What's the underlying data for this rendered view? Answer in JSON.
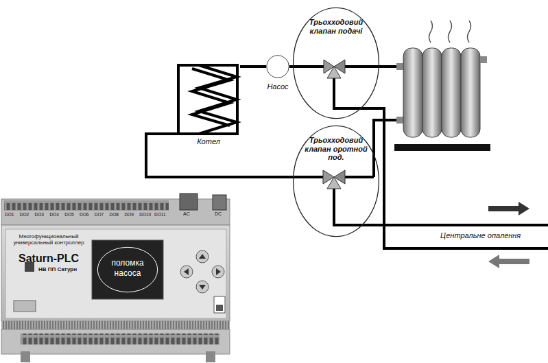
{
  "diagram": {
    "nodes": [
      {
        "text": [
          "Трьохходовий клапан подачі"
        ]
      },
      {
        "text": [
          "Насос"
        ]
      },
      {
        "text": [
          "Котел"
        ]
      },
      {
        "text": [
          "Трьохходовий клапан оротной под."
        ]
      },
      {
        "text": [
          "Многофункциональный универсальный контроллер",
          "Saturn-PLC",
          "НВ ПП Сатурн"
        ]
      },
      {
        "text": [
          "поломка насоса"
        ],
        "in": 4
      }
    ],
    "edges": [
      {
        "from": 2,
        "to": 1,
        "arrow": "none"
      },
      {
        "from": 1,
        "to": 0,
        "arrow": "none"
      },
      {
        "from": 3,
        "to": 2,
        "arrow": "none"
      }
    ],
    "labels": [
      "DO1",
      "DO2",
      "DO3",
      "DO4",
      "DO5",
      "DO6",
      "DO7",
      "DO8",
      "DO9",
      "DO10",
      "DO11",
      "AC",
      "DC",
      "Центральне опалення"
    ]
  }
}
